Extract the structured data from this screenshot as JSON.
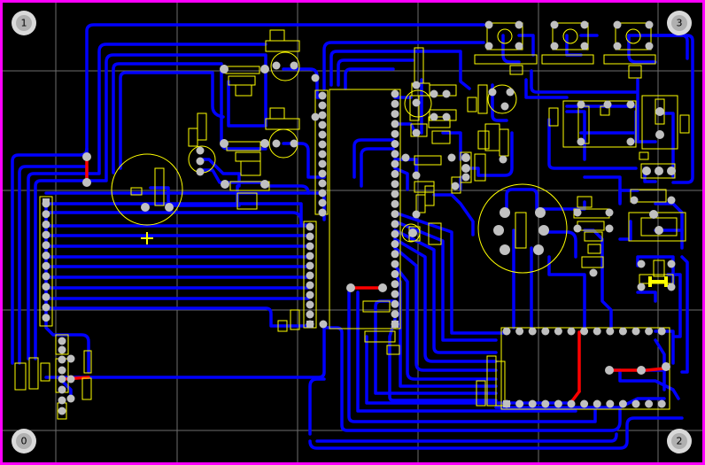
{
  "colors": {
    "background": "#000000",
    "border": "#ff00ff",
    "grid": "#6e6e6e",
    "trace_top": "#0000ff",
    "trace_bottom": "#ff0000",
    "silkscreen": "#ffff00",
    "pad": "#c0c0c0",
    "corner_pad": "#d9d9d9"
  },
  "corner_markers": {
    "top_left": "1",
    "top_right": "3",
    "bottom_left": "0",
    "bottom_right": "2"
  }
}
